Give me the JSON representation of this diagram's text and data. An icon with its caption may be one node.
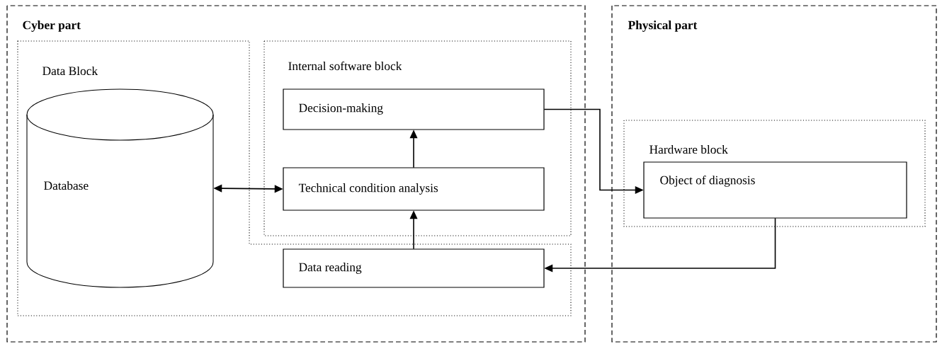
{
  "diagram": {
    "nodes": [
      {
        "text": [
          "**Cyber part**"
        ]
      },
      {
        "text": [
          "Data Block"
        ],
        "in": 0
      },
      {
        "text": [
          "Database"
        ],
        "in": 1
      },
      {
        "text": [
          "Internal software block"
        ],
        "in": 0
      },
      {
        "text": [
          "Decision-making"
        ],
        "in": 3
      },
      {
        "text": [
          "Technical condition analysis"
        ],
        "in": 3
      },
      {
        "text": [
          "Data reading"
        ],
        "in": 1
      },
      {
        "text": [
          "**Physical part**"
        ]
      },
      {
        "text": [
          "Hardware block"
        ],
        "in": 7
      },
      {
        "text": [
          "Object of diagnosis"
        ],
        "in": 8
      }
    ],
    "edges": [
      {
        "from": 2,
        "to": 5,
        "arrow": "both"
      },
      {
        "from": 5,
        "to": 4,
        "arrow": "to"
      },
      {
        "from": 6,
        "to": 5,
        "arrow": "to"
      },
      {
        "from": 4,
        "to": 9,
        "arrow": "to"
      },
      {
        "from": 9,
        "to": 6,
        "arrow": "to"
      }
    ]
  }
}
